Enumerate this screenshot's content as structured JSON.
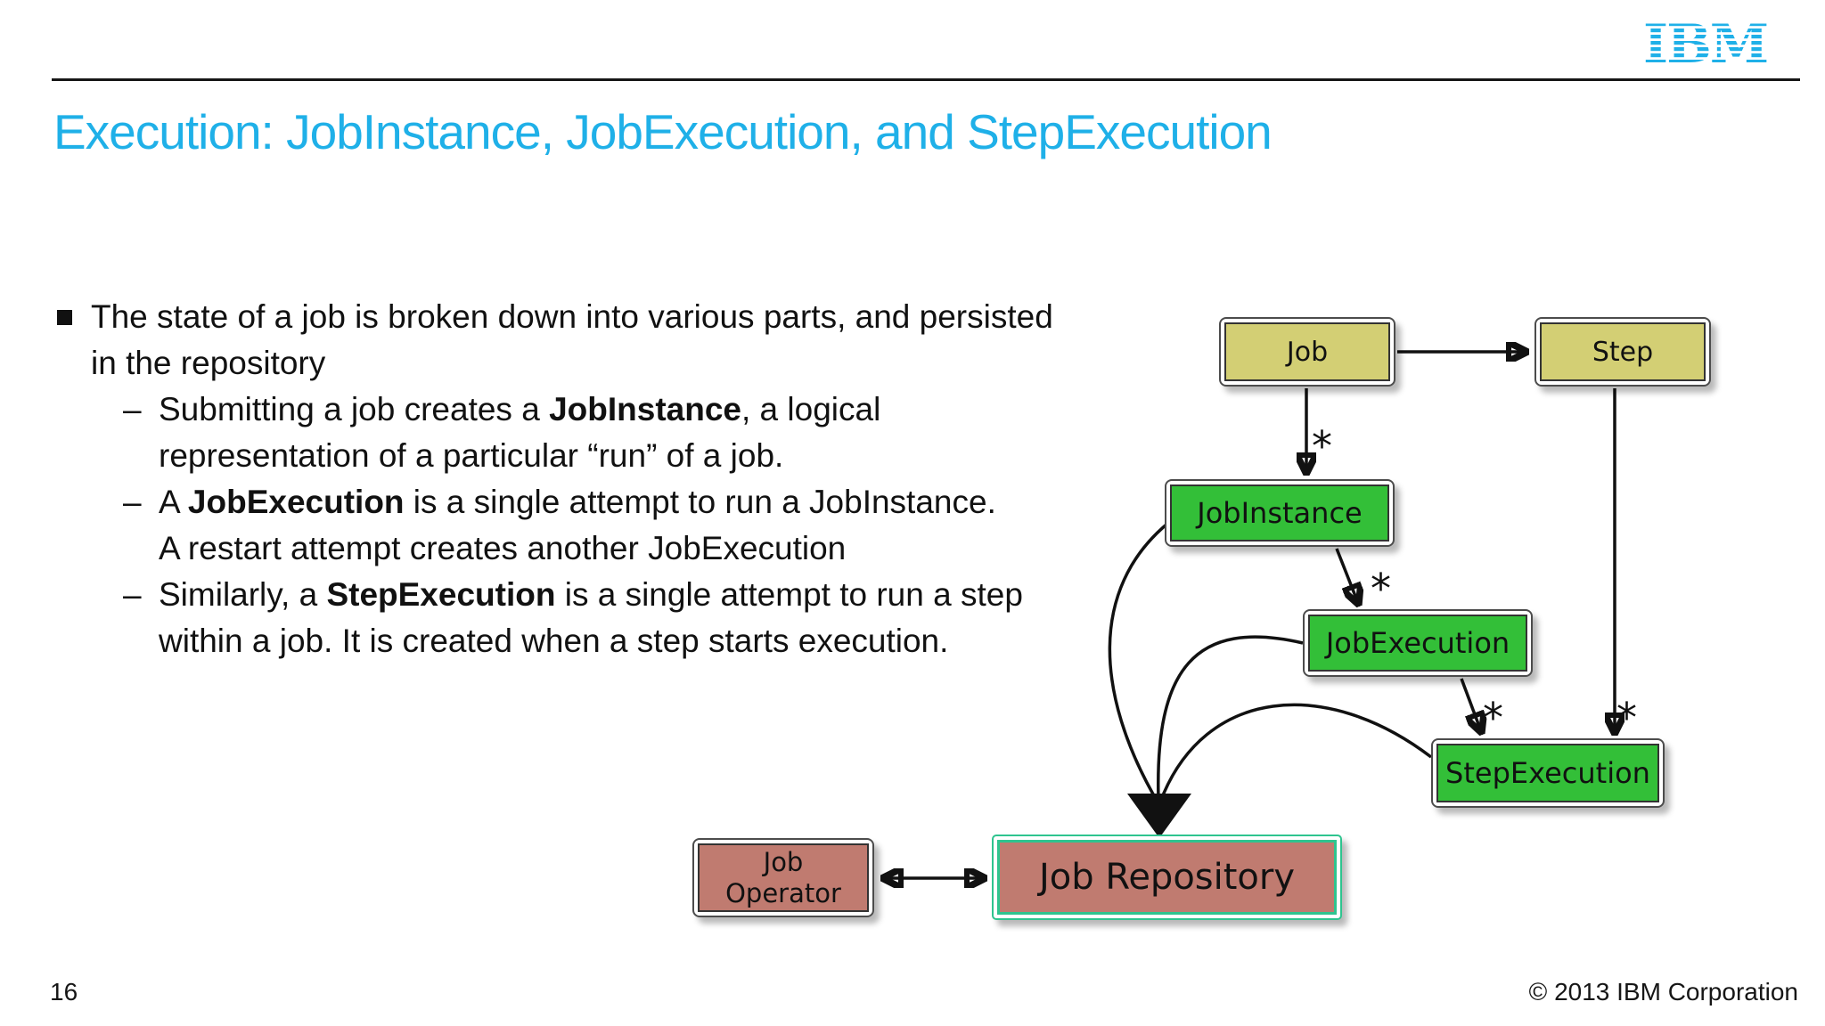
{
  "header": {
    "brand": "IBM"
  },
  "title": "Execution: JobInstance, JobExecution, and StepExecution",
  "bullets": {
    "dash": "–",
    "main": "The state of a job is broken down into various parts, and persisted in the repository",
    "sub": [
      {
        "pre": "Submitting a job creates a ",
        "bold": "JobInstance",
        "post": ", a logical representation of a particular “run” of a job."
      },
      {
        "pre": "A ",
        "bold": "JobExecution",
        "post": " is a single attempt to run a JobInstance. A restart attempt creates another JobExecution"
      },
      {
        "pre": "Similarly, a ",
        "bold": "StepExecution",
        "post": " is a single attempt to run a step within a job. It is created when a step starts execution."
      }
    ]
  },
  "diagram": {
    "multiplicity": "*",
    "nodes": {
      "job": {
        "label": "Job"
      },
      "step": {
        "label": "Step"
      },
      "job_instance": {
        "label": "JobInstance"
      },
      "job_execution": {
        "label": "JobExecution"
      },
      "step_execution": {
        "label": "StepExecution"
      },
      "job_repository": {
        "label": "Job Repository"
      },
      "job_operator": {
        "label": "Job Operator"
      }
    },
    "colors": {
      "entity": "#D3CF74",
      "runtime": "#33BF38",
      "store": "#C07B70",
      "store_border": "#2EC48F",
      "line": "#111111"
    }
  },
  "footer": {
    "page_number": "16",
    "copyright": "© 2013 IBM Corporation"
  }
}
